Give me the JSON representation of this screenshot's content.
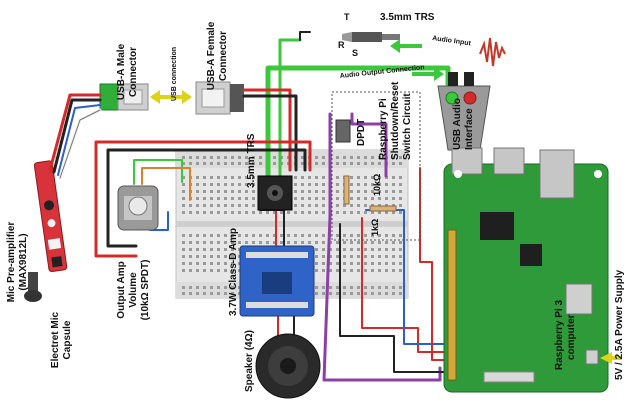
{
  "labels": {
    "usb_male": "USB-A Male",
    "usb_male2": "Connector",
    "usb_female": "USB-A Female",
    "usb_female2": "Connector",
    "usb_connection": "USB connection",
    "trs_top": "3.5mm TRS",
    "trs_mid": "3.5mm TRS",
    "t_pin": "T",
    "r_pin": "R",
    "s_pin": "S",
    "audio_input": "Audio Input",
    "audio_output": "Audio Output Connection",
    "usb_audio1": "USB Audio",
    "usb_audio2": "Interface",
    "dpdt": "DPDT",
    "rpi_switch1": "Raspberry Pi",
    "rpi_switch2": "Shutdown/Reset",
    "rpi_switch3": "Switch Circuit",
    "res_10k": "10kΩ",
    "res_1k": "1kΩ",
    "mic_amp1": "Mic Pre-amplifier",
    "mic_amp2": "(MAX9812L)",
    "electret1": "Electret Mic",
    "electret2": "Capsule",
    "vol1": "Output Amp",
    "vol2": "Volume",
    "vol3": "(10kΩ SPDT)",
    "classd": "3.7W Class-D Amp",
    "speaker": "Speaker (4Ω)",
    "rpi1": "Raspberry Pi 3",
    "rpi2": "computer",
    "power": "5V / 2.5A Power Supply"
  },
  "colors": {
    "green_wire": "#3cc83c",
    "red_wire": "#d42a2a",
    "purple_wire": "#8c3fa6",
    "blue_wire": "#2b5fd0",
    "orange_wire": "#d9822b",
    "pcb_green": "#2e9a3a",
    "amp_blue": "#2f63c7",
    "mic_red": "#d8323a"
  }
}
